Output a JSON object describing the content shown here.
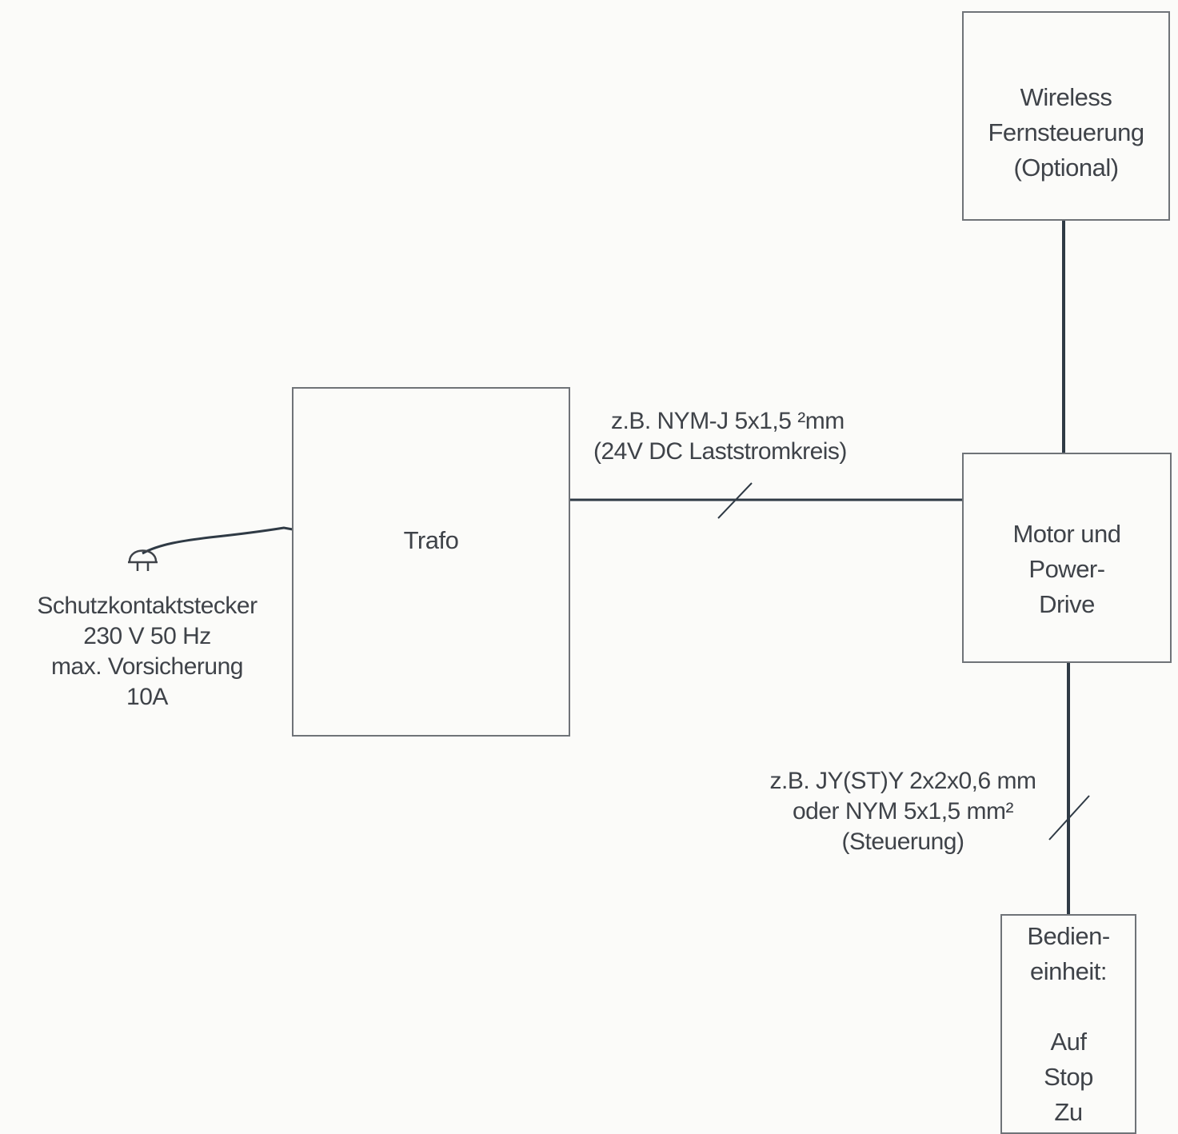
{
  "blocks": {
    "wireless": {
      "lines": [
        "Wireless",
        "Fernsteuerung",
        "(Optional)"
      ]
    },
    "trafo": {
      "label": "Trafo"
    },
    "motor": {
      "lines": [
        "Motor und",
        "Power-",
        "Drive"
      ]
    },
    "bedien": {
      "lines": [
        "Bedien-",
        "einheit:",
        "",
        "Auf",
        "Stop",
        "Zu"
      ]
    }
  },
  "plug_label": {
    "lines": [
      "Schutzkontaktstecker",
      "230 V 50 Hz",
      "max. Vorsicherung",
      "10A"
    ]
  },
  "cable_power": {
    "lines": [
      "z.B. NYM-J 5x1,5 ²mm",
      "(24V DC Laststromkreis)"
    ]
  },
  "cable_control": {
    "lines": [
      "z.B. JY(ST)Y 2x2x0,6 mm",
      "oder NYM 5x1,5 mm²",
      "(Steuerung)"
    ]
  },
  "colors": {
    "line": "#2f3a45",
    "box_border": "#6f7378",
    "text": "#3f4349"
  }
}
